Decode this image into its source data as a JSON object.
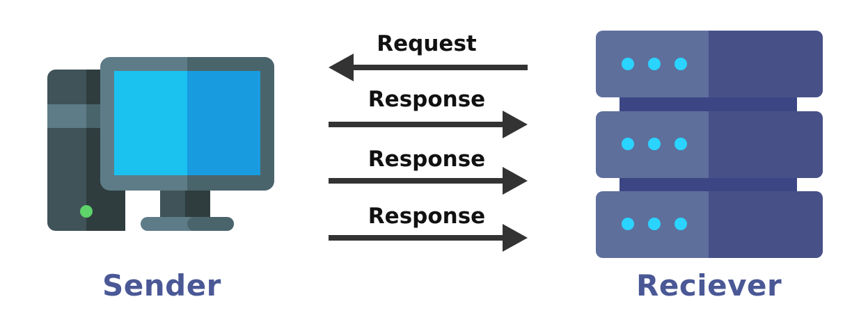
{
  "sender": {
    "label": "Sender"
  },
  "receiver": {
    "label": "Reciever"
  },
  "messages": [
    {
      "label": "Request",
      "direction": "to-sender"
    },
    {
      "label": "Response",
      "direction": "to-receiver"
    },
    {
      "label": "Response",
      "direction": "to-receiver"
    },
    {
      "label": "Response",
      "direction": "to-receiver"
    }
  ],
  "colors": {
    "label": "#4a5896",
    "arrow": "#333333",
    "screen_light": "#1bc1ef",
    "screen_dark": "#189cdf",
    "server_light": "#5e6f9c",
    "server_dark": "#475188",
    "server_led": "#2ad4ff"
  },
  "icons": {
    "sender": "desktop-computer-icon",
    "receiver": "server-rack-icon"
  }
}
